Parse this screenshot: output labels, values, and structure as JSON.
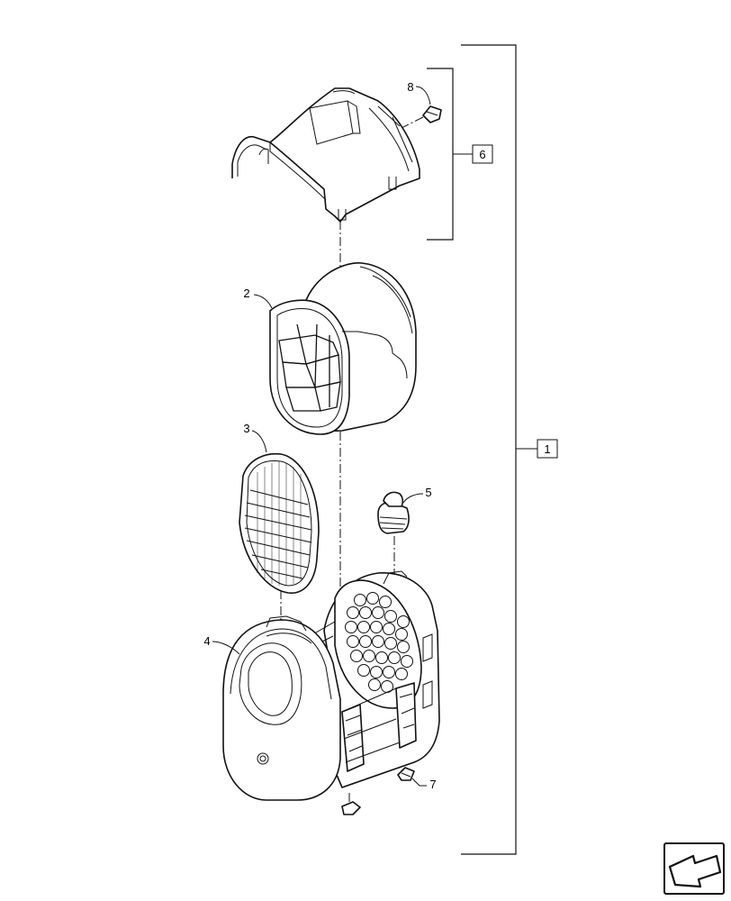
{
  "callouts": {
    "c1": "1",
    "c2": "2",
    "c3": "3",
    "c4": "4",
    "c5": "5",
    "c6": "6",
    "c7": "7",
    "c8": "8"
  },
  "icons": {
    "nav": "return-arrow-icon"
  }
}
